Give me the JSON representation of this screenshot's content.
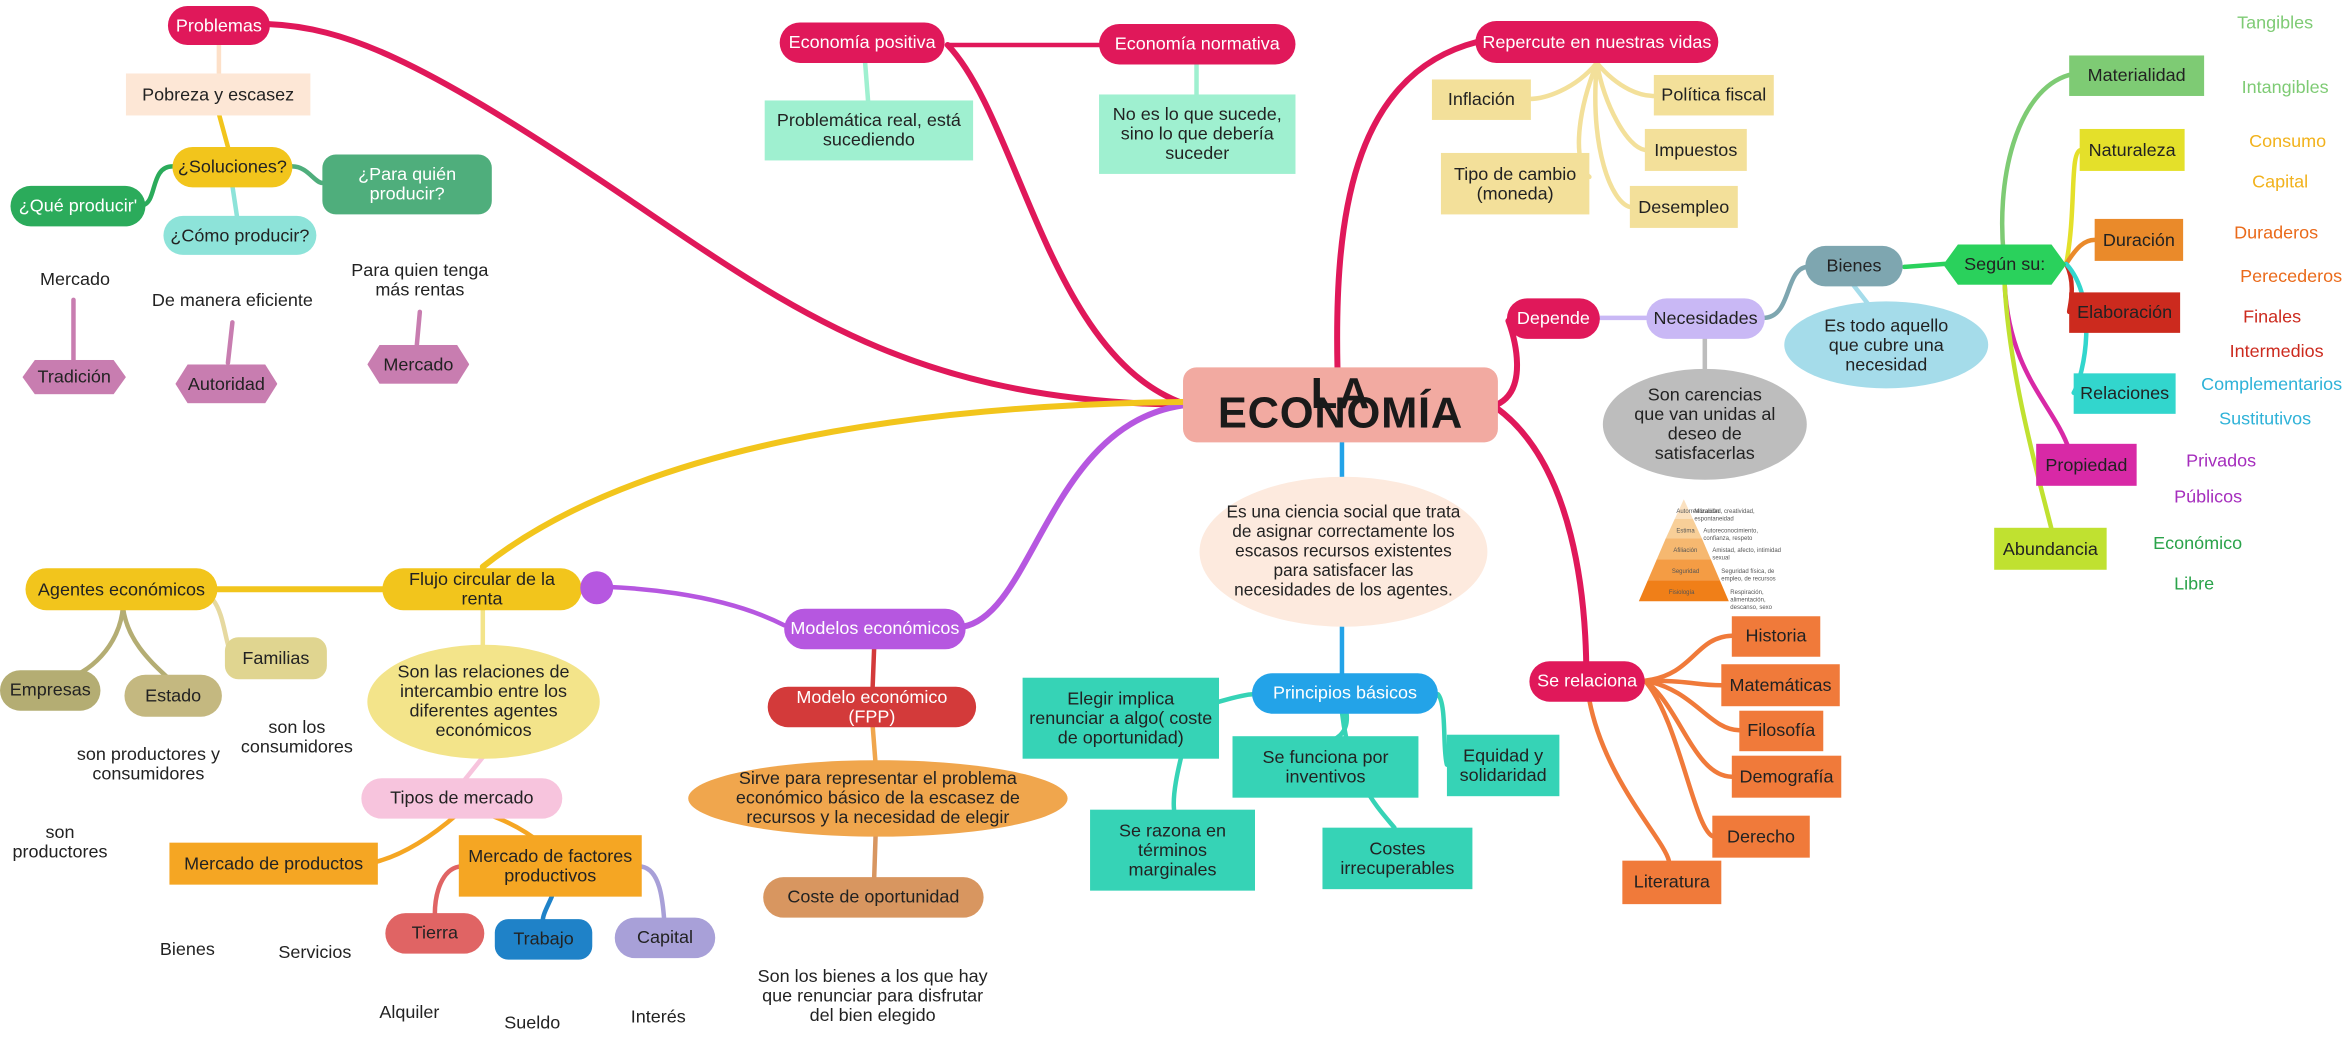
{
  "central": "LA ECONOMÍA",
  "definition": "Es una ciencia social que trata de asignar correctamente los escasos recursos existentes para satisfacer las necesidades de los agentes.",
  "problemas": {
    "title": "Problemas",
    "pobreza": "Pobreza y escasez",
    "soluciones": "¿Soluciones?",
    "que": "¿Qué producir'",
    "como": "¿Cómo producir?",
    "para_quien": "¿Para quién producir?",
    "mercado_text": "Mercado",
    "eficiente": "De manera eficiente",
    "rentas": "Para quien tenga más rentas",
    "tradicion": "Tradición",
    "autoridad": "Autoridad",
    "mercado_hex": "Mercado"
  },
  "positiva": {
    "title": "Economía positiva",
    "desc": "Problemática real, está sucediendo"
  },
  "normativa": {
    "title": "Economía normativa",
    "desc": "No es lo que sucede, sino lo que debería suceder"
  },
  "repercute": {
    "title": "Repercute en nuestras vidas",
    "items": [
      "Inflación",
      "Política fiscal",
      "Impuestos",
      "Tipo de cambio (moneda)",
      "Desempleo"
    ]
  },
  "depende": "Depende",
  "necesidades": {
    "title": "Necesidades",
    "desc": "Son carencias que van unidas al deseo de satisfacerlas"
  },
  "bienes": {
    "title": "Bienes",
    "desc": "Es todo aquello que cubre una necesidad",
    "segun": "Según su:"
  },
  "clasificacion": {
    "materialidad": "Materialidad",
    "tangibles": "Tangibles",
    "intangibles": "Intangibles",
    "naturaleza": "Naturaleza",
    "consumo": "Consumo",
    "capital": "Capital",
    "duracion": "Duración",
    "duraderos": "Duraderos",
    "perecederos": "Perecederos",
    "elaboracion": "Elaboración",
    "finales": "Finales",
    "intermedios": "Intermedios",
    "relaciones": "Relaciones",
    "complementarios": "Complementarios",
    "sustitutivos": "Sustitutivos",
    "propiedad": "Propiedad",
    "privados": "Privados",
    "publicos": "Públicos",
    "abundancia": "Abundancia",
    "economico": "Económico",
    "libre": "Libre"
  },
  "pyramid": {
    "levels": [
      "Autorrealización",
      "Estima",
      "Afiliación",
      "Seguridad",
      "Fisiología"
    ],
    "notes": [
      "Moralidad, creatividad, espontaneidad",
      "Autoreconocimiento, confianza, respeto",
      "Amistad, afecto, intimidad sexual",
      "Seguridad física, de empleo, de recursos",
      "Respiración, alimentación, descanso, sexo"
    ]
  },
  "relaciona": {
    "title": "Se relaciona",
    "items": [
      "Historia",
      "Matemáticas",
      "Filosofía",
      "Demografía",
      "Derecho",
      "Literatura"
    ]
  },
  "principios": {
    "title": "Principios básicos",
    "items": [
      "Elegir implica renunciar a algo( coste de oportunidad)",
      "Se funciona por inventivos",
      "Equidad y solidaridad",
      "Se razona en términos marginales",
      "Costes irrecuperables"
    ]
  },
  "modelos": {
    "title": "Modelos económicos",
    "fpp": "Modelo económico (FPP)",
    "fpp_desc": "Sirve para representar el problema económico básico de la escasez de recursos y la necesidad de elegir",
    "coste": "Coste de oportunidad",
    "coste_desc": "Son los bienes a los que hay que renunciar para disfrutar del bien elegido"
  },
  "flujo": {
    "title": "Flujo circular de la renta",
    "desc": "Son las relaciones de intercambio entre los diferentes agentes económicos",
    "agentes": "Agentes económicos",
    "empresas": "Empresas",
    "estado": "Estado",
    "familias": "Familias",
    "prod_cons": "son productores y consumidores",
    "consumidores": "son los consumidores",
    "productores": "son productores",
    "tipos": "Tipos de mercado",
    "mercado_productos": "Mercado de productos",
    "mercado_factores": "Mercado de factores productivos",
    "bienes": "Bienes",
    "servicios": "Servicios",
    "tierra": "Tierra",
    "trabajo": "Trabajo",
    "capital": "Capital",
    "alquiler": "Alquiler",
    "sueldo": "Sueldo",
    "interes": "Interés"
  },
  "colors": {
    "crimson": "#e0185a",
    "purple": "#b657e0",
    "yellow": "#f2c51c",
    "orange": "#f07a3a",
    "teal": "#36d3b6",
    "central": "#f2aaa1"
  }
}
